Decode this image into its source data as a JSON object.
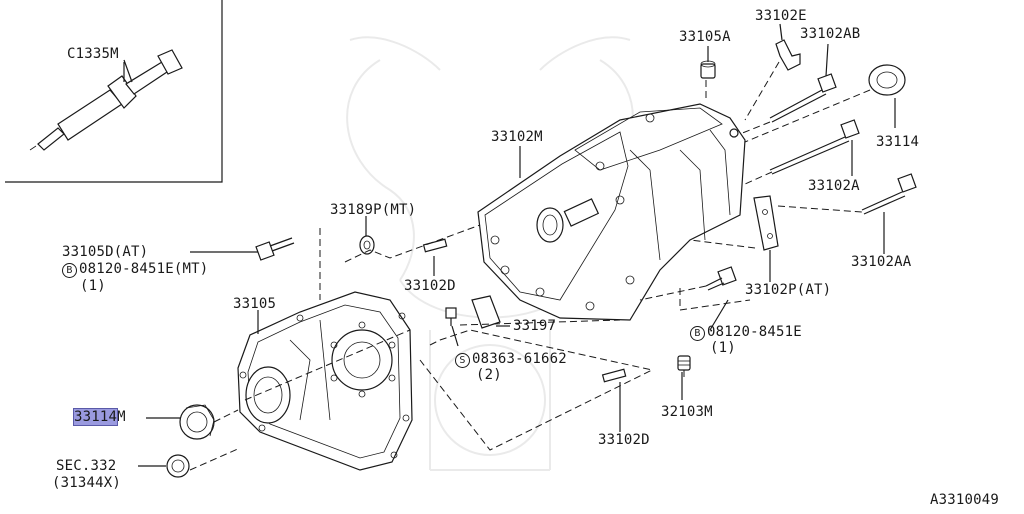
{
  "labels": {
    "c1335m": "C1335M",
    "p33105a": "33105A",
    "p33102e": "33102E",
    "p33102ab": "33102AB",
    "p33102m": "33102M",
    "p33114_top": "33114",
    "p33102a": "33102A",
    "p33189p": "33189P(MT)",
    "p33105d": "33105D(AT)",
    "b_08120_mt": "08120-8451E(MT)",
    "b_qty_1": "(1)",
    "p33102d_upper": "33102D",
    "p33102aa": "33102AA",
    "p33102p": "33102P(AT)",
    "p33105": "33105",
    "p33197": "33197",
    "b_08120": "08120-8451E",
    "b_qty_1b": "(1)",
    "s_08363": "08363-61662",
    "s_qty_2": "(2)",
    "p33114_hl": "33114",
    "p33114_suffix": "M",
    "p32103m": "32103M",
    "p33102d_lower": "33102D",
    "sec332": "SEC.332",
    "sec332_ref": "(31344X)",
    "diagram_code": "A3310049"
  },
  "markers": {
    "bolt": "B",
    "screw": "S"
  },
  "highlight_color": "#9a9adf"
}
